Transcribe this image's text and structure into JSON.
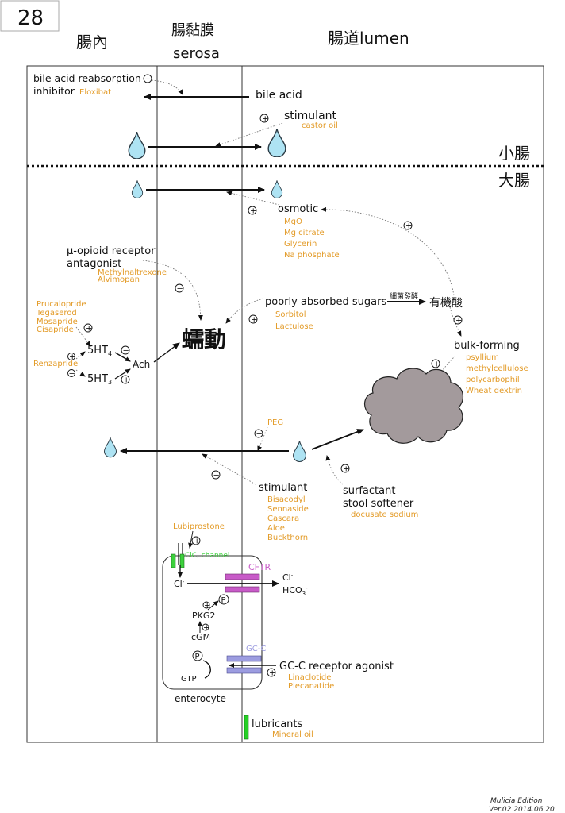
{
  "page_number": "28",
  "headers": {
    "left": "腸內",
    "middle_top": "腸黏膜",
    "middle_bottom": "serosa",
    "right": "腸道lumen"
  },
  "regions": {
    "small_intestine": "小腸",
    "large_intestine": "大腸"
  },
  "bile": {
    "inhibitor_line1": "bile acid reabsorption",
    "inhibitor_line2": "inhibitor",
    "inhibitor_drug": "Eloxibat",
    "bile_acid": "bile acid"
  },
  "stimulant_top": {
    "label": "stimulant",
    "drug": "castor oil"
  },
  "osmotic": {
    "label": "osmotic",
    "drugs": [
      "MgO",
      "Mg citrate",
      "Glycerin",
      "Na phosphate"
    ]
  },
  "opioid": {
    "line1": "μ-opioid receptor",
    "line2": "antagonist",
    "drugs": [
      "Methylnaltrexone",
      "Alvimopan"
    ]
  },
  "serotonin": {
    "ht4_drugs": [
      "Prucalopride",
      "Tegaserod",
      "Mosapride",
      "Cisapride"
    ],
    "renzapride": "Renzapride",
    "ht4": "5HT",
    "ht4_sub": "4",
    "ht3": "5HT",
    "ht3_sub": "3",
    "ach": "Ach"
  },
  "peristalsis": "蠕動",
  "sugars": {
    "label": "poorly absorbed sugars",
    "drugs": [
      "Sorbitol",
      "Lactulose"
    ],
    "bacteria": "細菌發酵",
    "organic_acid": "有機酸"
  },
  "bulk": {
    "label": "bulk-forming",
    "drugs": [
      "psyllium",
      "methylcellulose",
      "polycarbophil",
      "Wheat dextrin"
    ]
  },
  "peg": "PEG",
  "stimulant_bottom": {
    "label": "stimulant",
    "drugs": [
      "Bisacodyl",
      "Sennaside",
      "Cascara",
      "Aloe",
      "Buckthorn"
    ]
  },
  "softener": {
    "line1": "surfactant",
    "line2": "stool softener",
    "drug": "docusate sodium"
  },
  "enterocyte": {
    "label": "enterocyte",
    "lubiprostone": "Lubiprostone",
    "clc": "ClC, channel",
    "cftr": "CFTR",
    "cl_in": "Cl",
    "cl_out": "Cl",
    "hco3": "HCO",
    "hco3_sub": "3",
    "minus": "-",
    "p": "P",
    "pkg2": "PKG2",
    "cgm": "cGM",
    "gtp": "GTP",
    "gcc": "GC-C"
  },
  "gcc_agonist": {
    "label": "GC-C receptor agonist",
    "drugs": [
      "Linaclotide",
      "Plecanatide"
    ]
  },
  "lubricants": {
    "label": "lubricants",
    "drug": "Mineral oil"
  },
  "signs": {
    "plus": "+",
    "minus": "−"
  },
  "footer": {
    "line1": "Mulicia Edition",
    "line2": "Ver.02 2014.06.20"
  },
  "colors": {
    "drug": "#e39b28",
    "droplet": "#aee3f3",
    "clc": "#3cd13c",
    "cftr": "#c85bc8",
    "gcc": "#9c9ce0",
    "stool": "#a39a9c",
    "lubricant": "#25d025"
  }
}
